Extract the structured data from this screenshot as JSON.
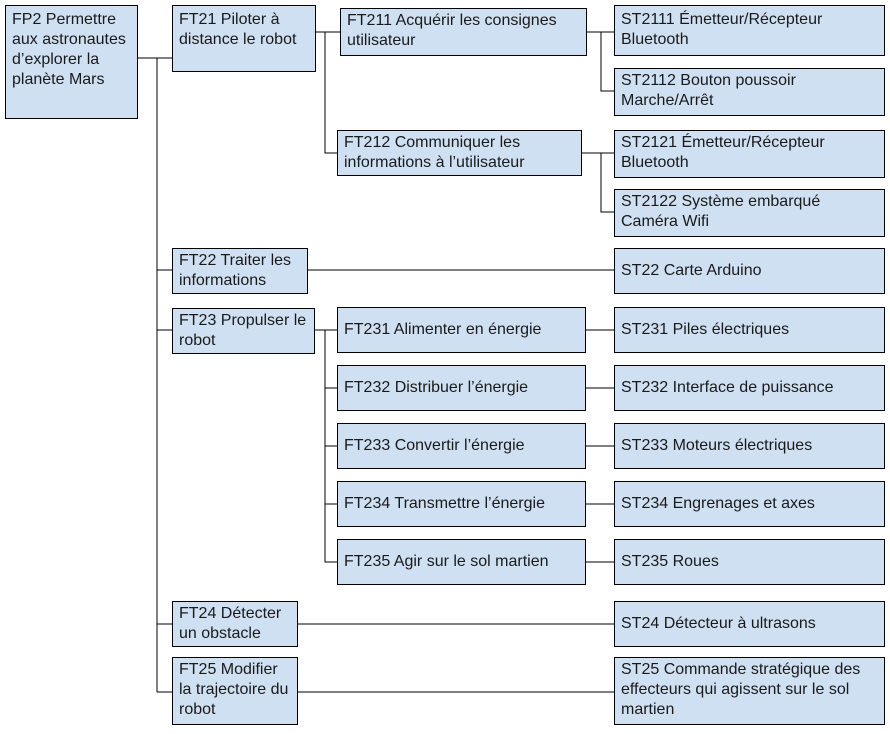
{
  "diagram": {
    "root": "FP2 Permettre aux astronautes d’explorer la planète Mars",
    "ft21": "FT21 Piloter à distance le robot",
    "ft211": "FT211  Acquérir les consignes utilisateur",
    "st2111": "ST2111 Émetteur/Récepteur Bluetooth",
    "st2112": "ST2112 Bouton poussoir Marche/Arrêt",
    "ft212": "FT212 Communiquer les informations à l’utilisateur",
    "st2121": "ST2121 Émetteur/Récepteur Bluetooth",
    "st2122": "ST2122 Système embarqué Caméra Wifi",
    "ft22": "FT22 Traiter les informations",
    "st22": "ST22 Carte Arduino",
    "ft23": "FT23 Propulser le robot",
    "ft231": "FT231 Alimenter en énergie",
    "st231": "ST231 Piles électriques",
    "ft232": "FT232 Distribuer l’énergie",
    "st232": "ST232 Interface de puissance",
    "ft233": "FT233 Convertir l’énergie",
    "st233": "ST233 Moteurs électriques",
    "ft234": "FT234 Transmettre l’énergie",
    "st234": "ST234 Engrenages et axes",
    "ft235": "FT235 Agir sur le sol martien",
    "st235": "ST235 Roues",
    "ft24": "FT24 Détecter un obstacle",
    "st24": "ST24 Détecteur à ultrasons",
    "ft25": "FT25 Modifier la trajectoire du robot",
    "st25": "ST25 Commande stratégique des effecteurs qui agissent sur le sol martien"
  }
}
